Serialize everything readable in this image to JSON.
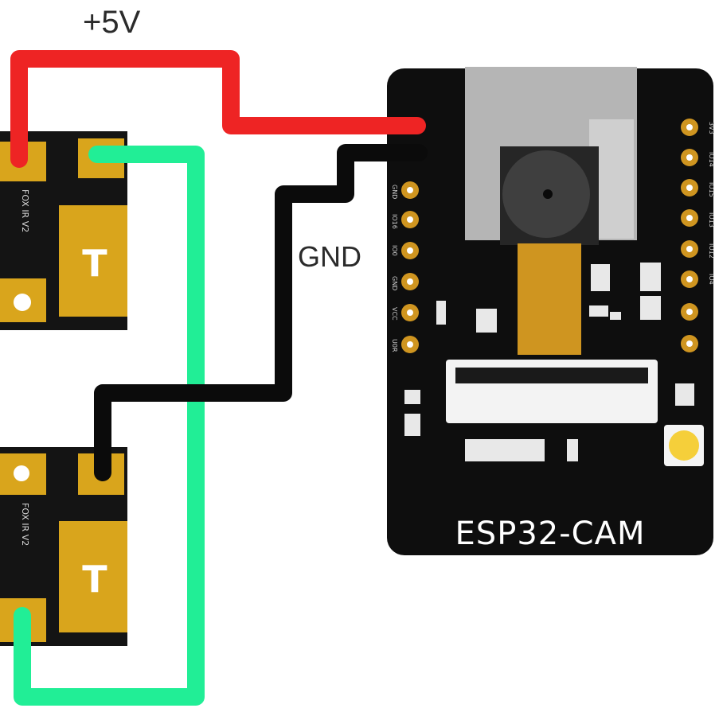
{
  "wires": {
    "power_label": "+5V",
    "ground_label": "GND",
    "colors": {
      "power": "#ee2424",
      "ground": "#0b0b0b",
      "signal": "#21ee96"
    }
  },
  "board": {
    "name": "ESP32-CAM",
    "pcb_color": "#0e0e0e",
    "left_pins": [
      "GND",
      "IO16",
      "IO0",
      "GND",
      "VCC",
      "U0R"
    ],
    "right_pins": [
      "3V3",
      "IO14",
      "IO15",
      "IO13",
      "IO12",
      "IO4"
    ]
  },
  "modules": [
    {
      "id": "top",
      "label": "FOX IR V2",
      "center_mark": "T"
    },
    {
      "id": "bottom",
      "label": "FOX IR V2",
      "center_mark": "T"
    }
  ]
}
